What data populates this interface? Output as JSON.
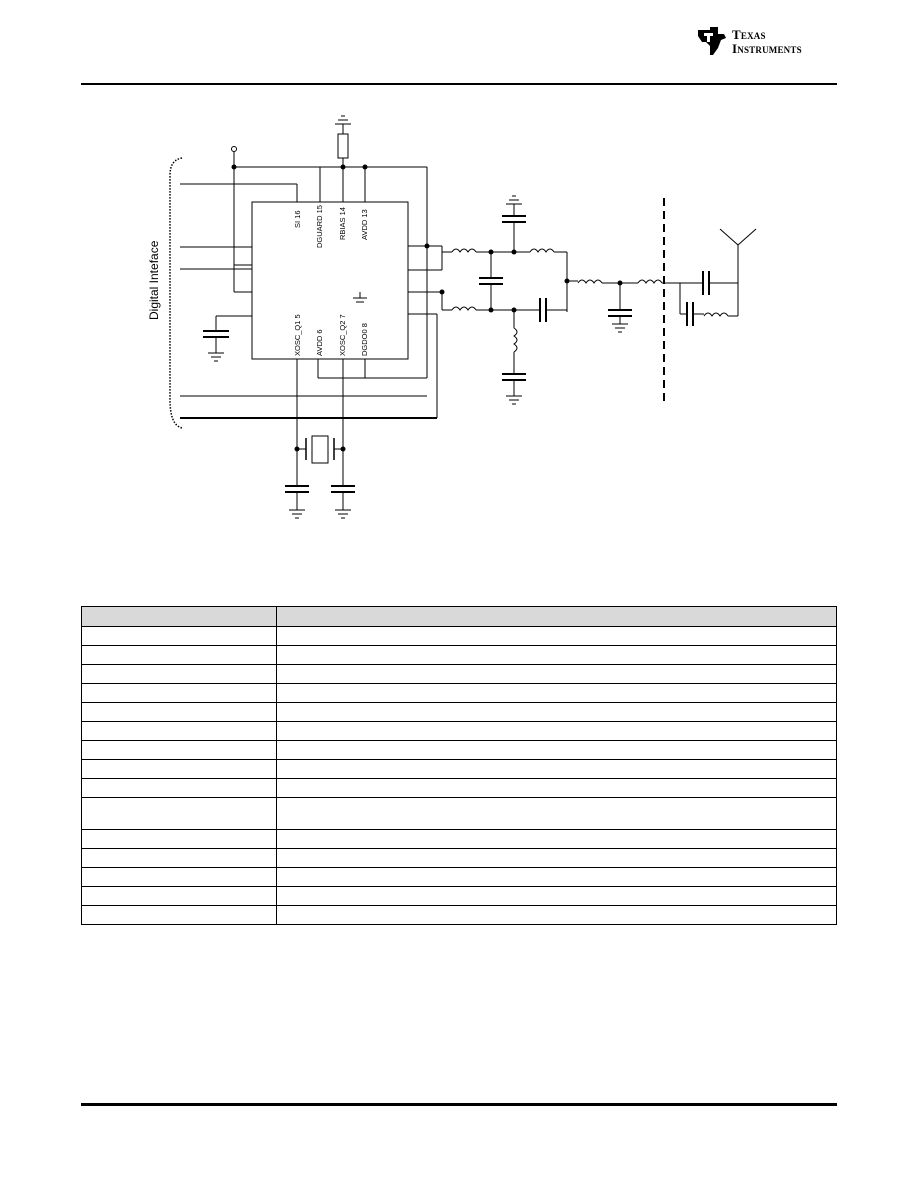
{
  "header": {
    "logo": {
      "line1": "Texas",
      "line2": "Instruments"
    }
  },
  "schematic": {
    "side_label": "Digital Inteface",
    "pins_top": [
      "SI 16",
      "DGUARD 15",
      "RBIAS 14",
      "AVDD 13"
    ],
    "pins_bottom": [
      "XOSC_Q1 5",
      "AVDD 6",
      "XOSC_Q2 7",
      "DGDO0 8"
    ]
  },
  "pin_table": {
    "header": [
      "",
      ""
    ],
    "rows": [
      [
        "",
        ""
      ],
      [
        "",
        ""
      ],
      [
        "",
        ""
      ],
      [
        "",
        ""
      ],
      [
        "",
        ""
      ],
      [
        "",
        ""
      ],
      [
        "",
        ""
      ],
      [
        "",
        ""
      ],
      [
        "",
        ""
      ],
      [
        "",
        ""
      ],
      [
        "",
        ""
      ],
      [
        "",
        ""
      ],
      [
        "",
        ""
      ],
      [
        "",
        ""
      ],
      [
        "",
        ""
      ]
    ]
  }
}
